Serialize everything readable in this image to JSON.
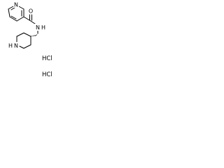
{
  "structure": {
    "atoms": {
      "pyridine_n": "N",
      "carbonyl_o": "O",
      "amide_nh": "N",
      "amide_h": "H",
      "piperidine_nh": "N",
      "piperidine_h": "H"
    },
    "salts": [
      "HCl",
      "HCl"
    ]
  }
}
